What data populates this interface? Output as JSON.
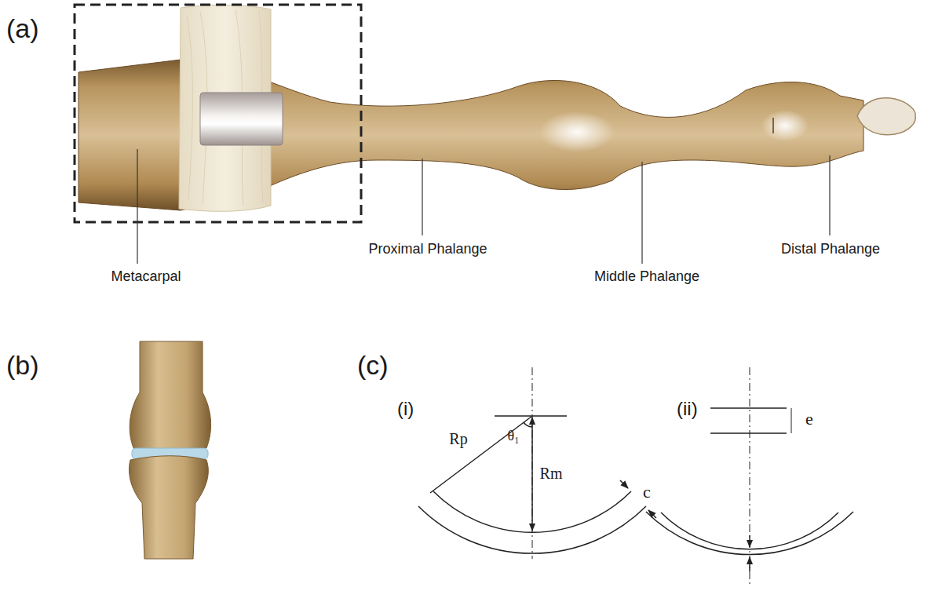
{
  "diagram": {
    "labels": [
      "(a)",
      "Metacarpal",
      "Proximal Phalange",
      "Middle Phalange",
      "Distal Phalange",
      "(b)",
      "(c)",
      "(i)",
      "(ii)",
      "Rp",
      "θ₁",
      "Rm",
      "c",
      "e"
    ]
  }
}
